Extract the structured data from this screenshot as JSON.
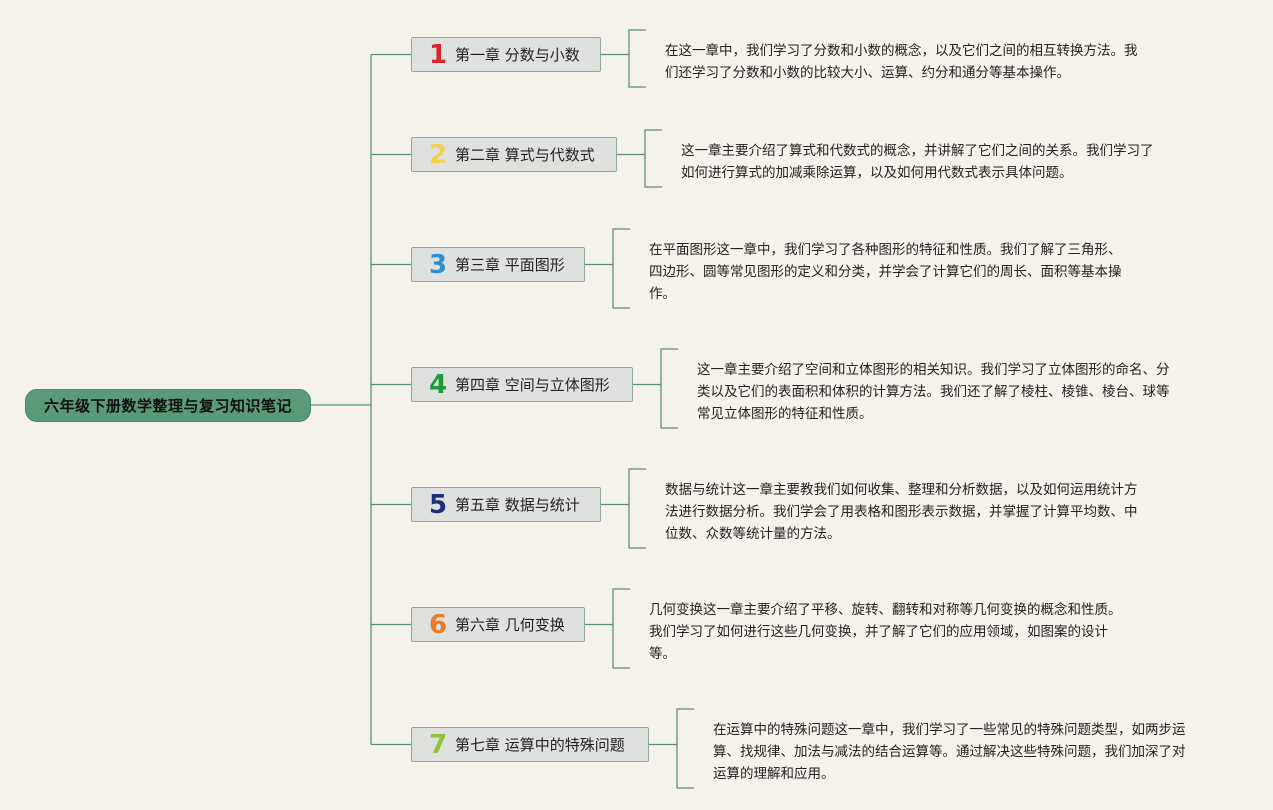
{
  "title": "六年级下册数学整理与复习知识笔记",
  "colors": {
    "root_fill": "#5a9a78",
    "connector": "#5a8f7a",
    "chapter_fill": "#dfe1df",
    "background": "#f4f2ea"
  },
  "chapters": [
    {
      "number": "1",
      "number_color": "#d9262e",
      "label": "第一章 分数与小数",
      "desc": [
        "在这一章中，我们学习了分数和小数的概念，以及它们之间的相互转换方法。我",
        "们还学习了分数和小数的比较大小、运算、约分和通分等基本操作。"
      ]
    },
    {
      "number": "2",
      "number_color": "#f2d24b",
      "label": "第二章 算式与代数式",
      "desc": [
        "这一章主要介绍了算式和代数式的概念，并讲解了它们之间的关系。我们学习了",
        "如何进行算式的加减乘除运算，以及如何用代数式表示具体问题。"
      ]
    },
    {
      "number": "3",
      "number_color": "#2e90d1",
      "label": "第三章 平面图形",
      "desc": [
        "在平面图形这一章中，我们学习了各种图形的特征和性质。我们了解了三角形、",
        "四边形、圆等常见图形的定义和分类，并学会了计算它们的周长、面积等基本操",
        "作。"
      ]
    },
    {
      "number": "4",
      "number_color": "#1e9a3c",
      "label": "第四章 空间与立体图形",
      "desc": [
        "这一章主要介绍了空间和立体图形的相关知识。我们学习了立体图形的命名、分",
        "类以及它们的表面积和体积的计算方法。我们还了解了棱柱、棱锥、棱台、球等",
        "常见立体图形的特征和性质。"
      ]
    },
    {
      "number": "5",
      "number_color": "#1f2f7a",
      "label": "第五章 数据与统计",
      "desc": [
        "数据与统计这一章主要教我们如何收集、整理和分析数据，以及如何运用统计方",
        "法进行数据分析。我们学会了用表格和图形表示数据，并掌握了计算平均数、中",
        "位数、众数等统计量的方法。"
      ]
    },
    {
      "number": "6",
      "number_color": "#ef7a22",
      "label": "第六章 几何变换",
      "desc": [
        "几何变换这一章主要介绍了平移、旋转、翻转和对称等几何变换的概念和性质。",
        "我们学习了如何进行这些几何变换，并了解了它们的应用领域，如图案的设计",
        "等。"
      ]
    },
    {
      "number": "7",
      "number_color": "#8fc23a",
      "label": "第七章 运算中的特殊问题",
      "desc": [
        "在运算中的特殊问题这一章中，我们学习了一些常见的特殊问题类型，如两步运",
        "算、找规律、加法与减法的结合运算等。通过解决这些特殊问题，我们加深了对",
        "运算的理解和应用。"
      ]
    }
  ]
}
